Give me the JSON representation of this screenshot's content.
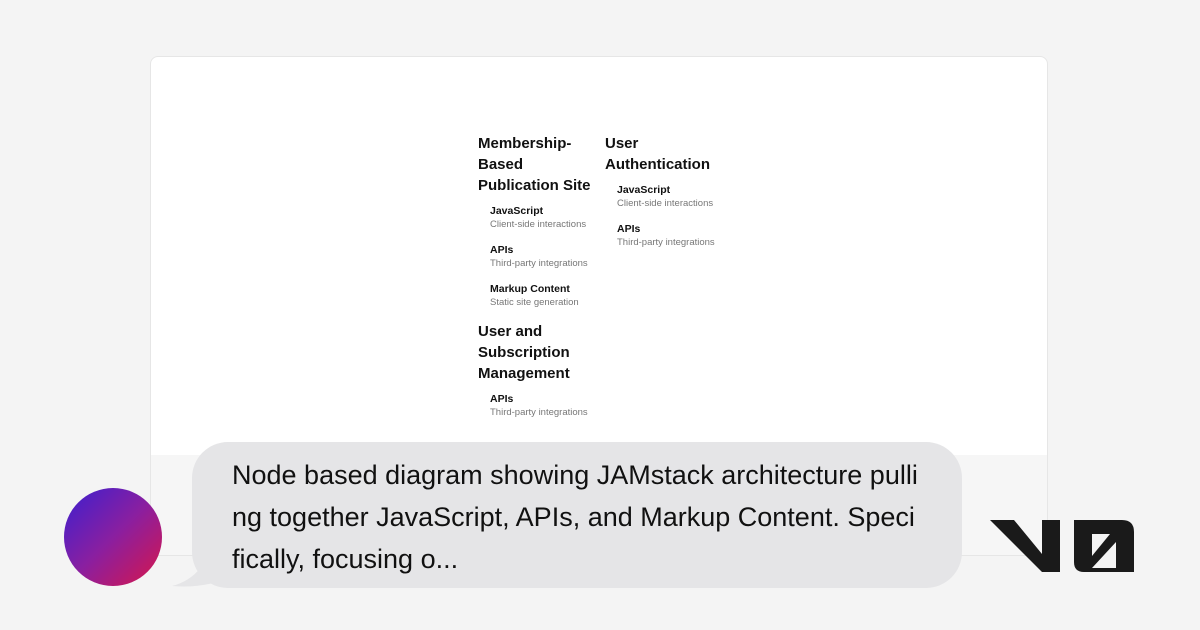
{
  "diagram": {
    "groups_col1": [
      {
        "title": "Membership-Based Publication Site",
        "items": [
          {
            "title": "JavaScript",
            "desc": "Client-side interactions"
          },
          {
            "title": "APIs",
            "desc": "Third-party integrations"
          },
          {
            "title": "Markup Content",
            "desc": "Static site generation"
          }
        ]
      },
      {
        "title": "User and Subscription Management",
        "items": [
          {
            "title": "APIs",
            "desc": "Third-party integrations"
          }
        ]
      }
    ],
    "groups_col2": [
      {
        "title": "User Authentication",
        "items": [
          {
            "title": "JavaScript",
            "desc": "Client-side interactions"
          },
          {
            "title": "APIs",
            "desc": "Third-party integrations"
          }
        ]
      }
    ]
  },
  "caption": {
    "text": "Node based diagram showing JAMstack architecture pulling together JavaScript, APIs, and Markup Content. Specifically, focusing o..."
  },
  "colors": {
    "avatar_gradient": [
      "#3b1fd0",
      "#d8164a"
    ],
    "bubble": "#e5e5e7",
    "logo": "#1a1a1a"
  },
  "icons": {
    "logo": "v0-logo"
  }
}
